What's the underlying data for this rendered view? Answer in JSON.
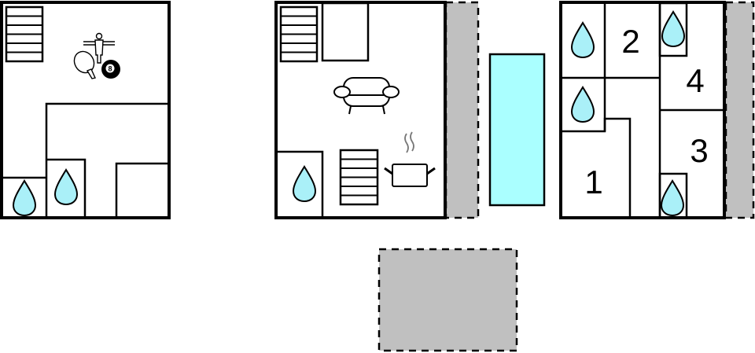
{
  "diagram": {
    "type": "floor-plan",
    "colors": {
      "wall": "#000000",
      "terrace": "#c0c0c0",
      "pool": "#aaffff",
      "water": "#aaf0f8",
      "background": "#ffffff"
    },
    "floors": [
      {
        "name": "basement",
        "rooms": [
          "stairs",
          "games-room",
          "bathroom",
          "bathroom",
          "room",
          "room"
        ],
        "icons": [
          "stairs-icon",
          "table-football-icon",
          "ping-pong-icon",
          "billiard-ball-icon",
          "water-drop-icon",
          "water-drop-icon"
        ],
        "billiard_ball_number": "8"
      },
      {
        "name": "ground-floor",
        "rooms": [
          "stairs",
          "room",
          "living-room",
          "bathroom",
          "stairs",
          "kitchen"
        ],
        "icons": [
          "stairs-icon",
          "sofa-icon",
          "water-drop-icon",
          "stairs-icon",
          "cooking-pot-icon"
        ],
        "adjacent": [
          "terrace",
          "pool"
        ]
      },
      {
        "name": "upper-floor",
        "bedrooms": [
          {
            "label": "1"
          },
          {
            "label": "2"
          },
          {
            "label": "3"
          },
          {
            "label": "4"
          }
        ],
        "icons": [
          "water-drop-icon",
          "water-drop-icon",
          "water-drop-icon",
          "water-drop-icon"
        ],
        "adjacent": [
          "terrace"
        ]
      }
    ],
    "outdoor": [
      "terrace",
      "pool",
      "terrace",
      "patio"
    ]
  }
}
